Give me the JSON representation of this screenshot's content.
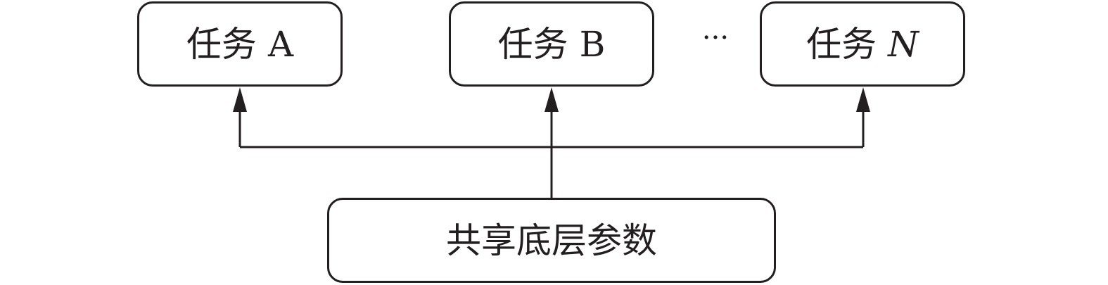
{
  "tasks": [
    {
      "prefix": "任务",
      "letter": "A"
    },
    {
      "prefix": "任务",
      "letter": "B"
    },
    {
      "prefix": "任务",
      "letter": "N"
    }
  ],
  "ellipsis": "···",
  "shared_layer": "共享底层参数",
  "colors": {
    "stroke": "#231f20",
    "background": "#ffffff"
  }
}
